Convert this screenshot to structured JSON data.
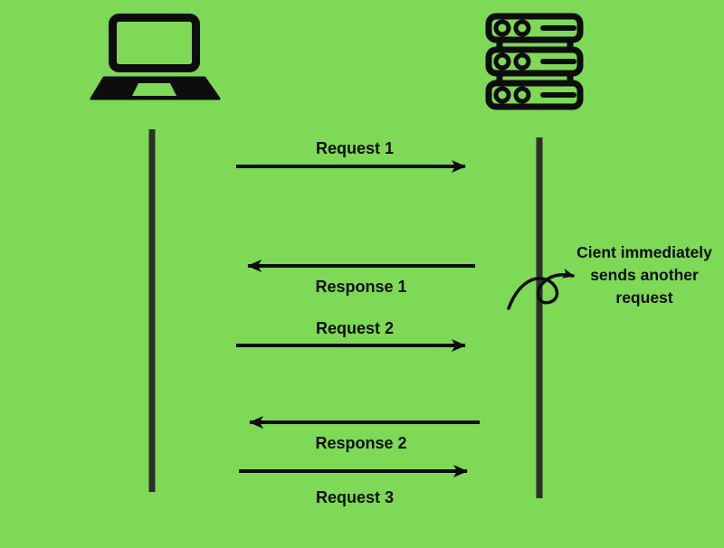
{
  "colors": {
    "background": "#7ED957",
    "ink": "#0D0D0D",
    "lifeline": "#2E2E2E"
  },
  "actors": {
    "client": {
      "icon": "laptop-icon",
      "role": "client"
    },
    "server": {
      "icon": "server-icon",
      "role": "server"
    }
  },
  "messages": [
    {
      "label": "Request 1",
      "direction": "client-to-server"
    },
    {
      "label": "Response 1",
      "direction": "server-to-client"
    },
    {
      "label": "Request 2",
      "direction": "client-to-server"
    },
    {
      "label": "Response 2",
      "direction": "server-to-client"
    },
    {
      "label": "Request 3",
      "direction": "client-to-server"
    }
  ],
  "annotation": {
    "lines": [
      "Cient immediately",
      "sends another",
      "request"
    ]
  }
}
